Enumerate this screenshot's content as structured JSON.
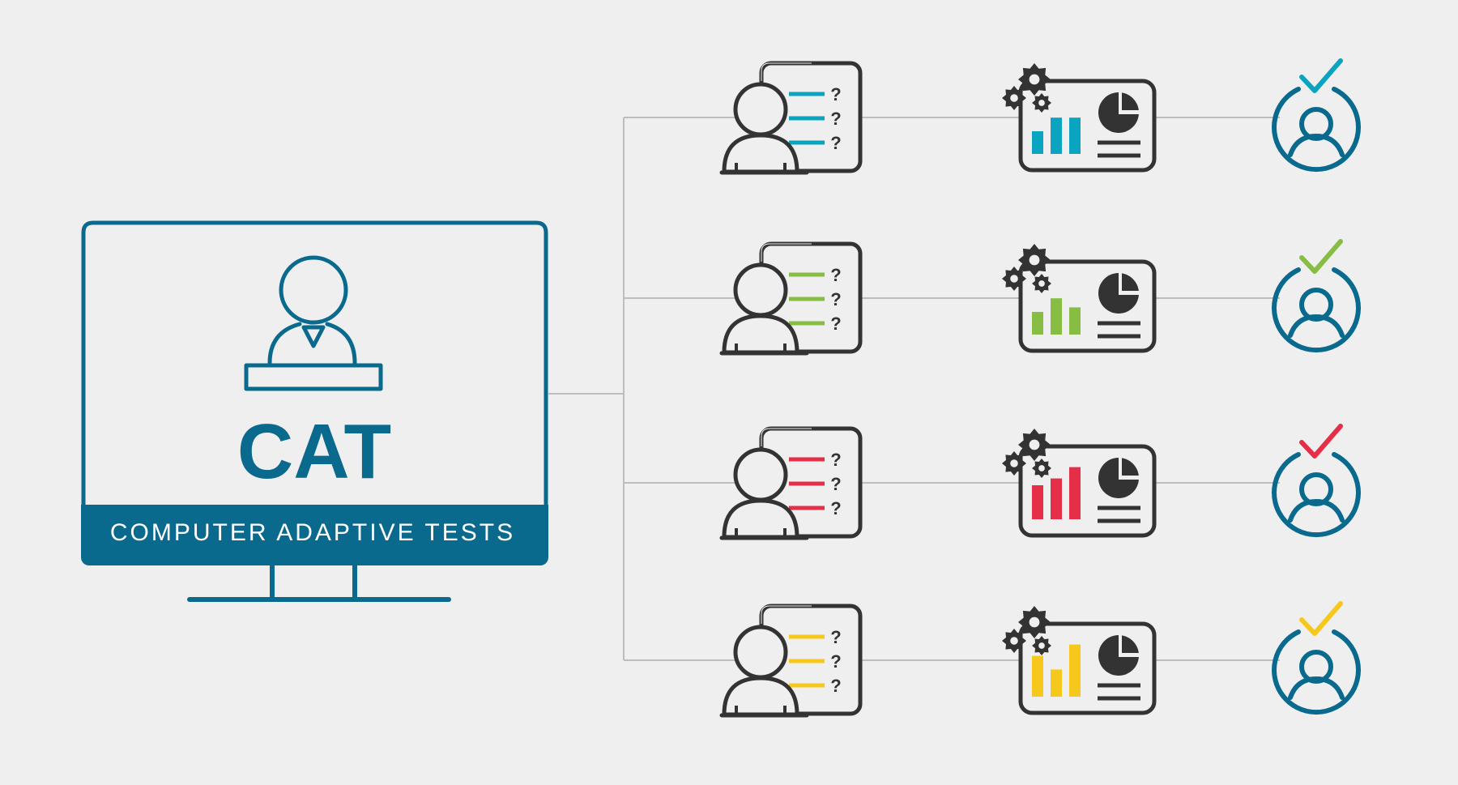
{
  "monitor": {
    "logo_text": "CAT",
    "banner_text": "COMPUTER ADAPTIVE TESTS",
    "color": "#0a6a8e"
  },
  "colors": {
    "connector": "#bdbdbd",
    "icon_dark": "#333333",
    "badge_blue": "#0a6a8e"
  },
  "rows": [
    {
      "accent": "#0aa4c0",
      "bars": [
        2,
        3.2,
        3.2
      ],
      "question_mark": "?"
    },
    {
      "accent": "#86bd42",
      "bars": [
        2,
        3.2,
        2.4
      ],
      "question_mark": "?"
    },
    {
      "accent": "#e52e48",
      "bars": [
        3,
        3.6,
        4.6
      ],
      "question_mark": "?"
    },
    {
      "accent": "#f7c81c",
      "bars": [
        3.6,
        2.4,
        4.6
      ],
      "question_mark": "?"
    }
  ],
  "icons": {
    "monitor": "computer-monitor-icon",
    "candidate": "test-taker-icon",
    "questionnaire": "question-list-icon",
    "analysis": "results-dashboard-icon",
    "settings": "gear-icon",
    "result": "verified-person-icon",
    "check": "checkmark-icon"
  }
}
